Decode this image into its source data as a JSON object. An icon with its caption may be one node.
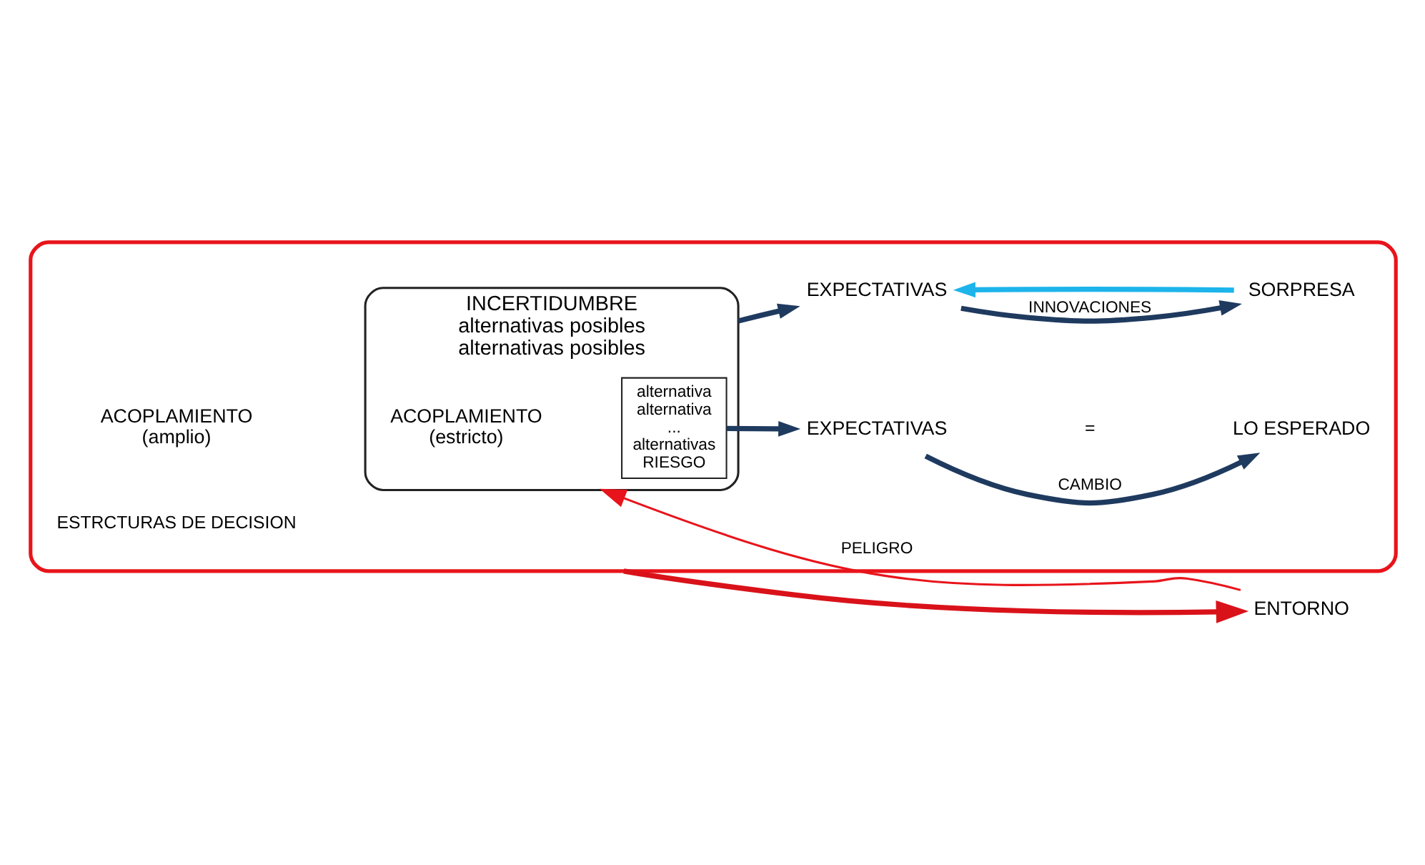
{
  "diagram": {
    "nodes": [
      {
        "text": [],
        "shape": "ellipse"
      },
      {
        "text": [
          "ENTORNO"
        ]
      },
      {
        "text": [
          "ACOPLAMIENTO",
          "(amplio)"
        ],
        "in": 0
      },
      {
        "text": [
          "INCERTIDUMBRE",
          "alternativas posibles",
          "alternativas posibles"
        ],
        "in": 0
      },
      {
        "text": [
          "ACOPLAMIENTO",
          "(estricto)"
        ],
        "in": 3
      },
      {
        "text": [
          "alternativa",
          "alternativa",
          "...",
          "alternativas",
          "RIESGO"
        ],
        "in": 3
      },
      {
        "text": [
          "EXPECTATIVAS"
        ],
        "in": 0
      },
      {
        "text": [
          "SORPRESA"
        ],
        "in": 0
      },
      {
        "text": [
          "EXPECTATIVAS"
        ],
        "in": 0
      },
      {
        "text": [
          "LO ESPERADO"
        ],
        "in": 0
      }
    ],
    "edges": [
      {
        "from": 1,
        "to": 3,
        "arrow": "to",
        "label": "PELIGRO",
        "color": "#e8141b"
      },
      {
        "from": 0,
        "to": 1,
        "arrow": "to",
        "color": "#d9121a"
      },
      {
        "from": 3,
        "to": 6,
        "arrow": "to"
      },
      {
        "from": 7,
        "to": 6,
        "arrow": "to",
        "color": "#1cb4ea"
      },
      {
        "from": 6,
        "to": 7,
        "arrow": "to",
        "label": "INNOVACIONES"
      },
      {
        "from": 5,
        "to": 8,
        "arrow": "to"
      },
      {
        "from": 8,
        "to": 9,
        "arrow": "to",
        "label": "CAMBIO"
      }
    ],
    "labels": [
      "ESTRCTURAS DE DECISION",
      "="
    ]
  }
}
